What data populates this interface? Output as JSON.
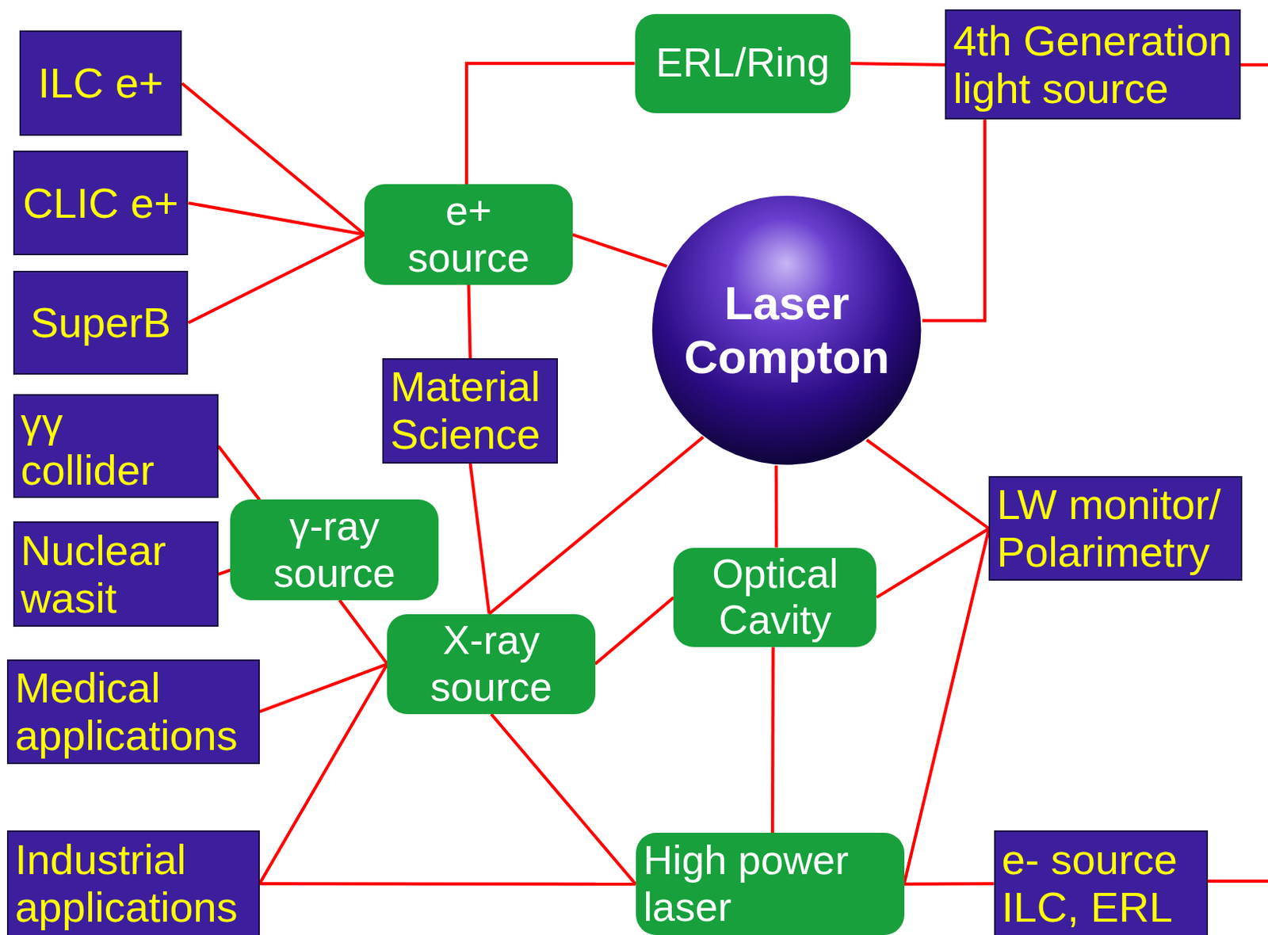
{
  "diagram": {
    "nodes": [
      {
        "text": [
          "ILC e+"
        ]
      },
      {
        "text": [
          "ERL/Ring"
        ]
      },
      {
        "text": [
          "4th Generation light source"
        ]
      },
      {
        "text": [
          "CLIC e+"
        ]
      },
      {
        "text": [
          "e+ source"
        ]
      },
      {
        "text": [
          "SuperB"
        ]
      },
      {
        "text": [
          "Laser Compton"
        ]
      },
      {
        "text": [
          "Material Science"
        ]
      },
      {
        "text": [
          "γγ collider"
        ]
      },
      {
        "text": [
          "LW monitor/ Polarimetry"
        ]
      },
      {
        "text": [
          "γ-ray source"
        ]
      },
      {
        "text": [
          "Optical Cavity"
        ]
      },
      {
        "text": [
          "Nuclear wasit"
        ]
      },
      {
        "text": [
          "X-ray source"
        ]
      },
      {
        "text": [
          "Medical applications"
        ]
      },
      {
        "text": [
          "Industrial applications"
        ]
      },
      {
        "text": [
          "High power laser"
        ]
      },
      {
        "text": [
          "e- source ILC, ERL"
        ]
      }
    ],
    "edges": [
      {
        "from": 0,
        "to": 4,
        "arrow": "none"
      },
      {
        "from": 3,
        "to": 4,
        "arrow": "none"
      },
      {
        "from": 5,
        "to": 4,
        "arrow": "none"
      },
      {
        "from": 4,
        "to": 1,
        "arrow": "none"
      },
      {
        "from": 1,
        "to": 2,
        "arrow": "none"
      },
      {
        "from": 2,
        "to": 6,
        "arrow": "none"
      },
      {
        "from": 4,
        "to": 6,
        "arrow": "none"
      },
      {
        "from": 4,
        "to": 7,
        "arrow": "none"
      },
      {
        "from": 7,
        "to": 13,
        "arrow": "none"
      },
      {
        "from": 6,
        "to": 13,
        "arrow": "none"
      },
      {
        "from": 6,
        "to": 11,
        "arrow": "none"
      },
      {
        "from": 6,
        "to": 9,
        "arrow": "none"
      },
      {
        "from": 11,
        "to": 9,
        "arrow": "none"
      },
      {
        "from": 11,
        "to": 16,
        "arrow": "none"
      },
      {
        "from": 13,
        "to": 11,
        "arrow": "none"
      },
      {
        "from": 9,
        "to": 16,
        "arrow": "none"
      },
      {
        "from": 8,
        "to": 10,
        "arrow": "none"
      },
      {
        "from": 12,
        "to": 10,
        "arrow": "none"
      },
      {
        "from": 10,
        "to": 13,
        "arrow": "none"
      },
      {
        "from": 14,
        "to": 13,
        "arrow": "none"
      },
      {
        "from": 15,
        "to": 13,
        "arrow": "none"
      },
      {
        "from": 15,
        "to": 16,
        "arrow": "none"
      },
      {
        "from": 13,
        "to": 16,
        "arrow": "none"
      },
      {
        "from": 16,
        "to": 17,
        "arrow": "none"
      }
    ]
  }
}
